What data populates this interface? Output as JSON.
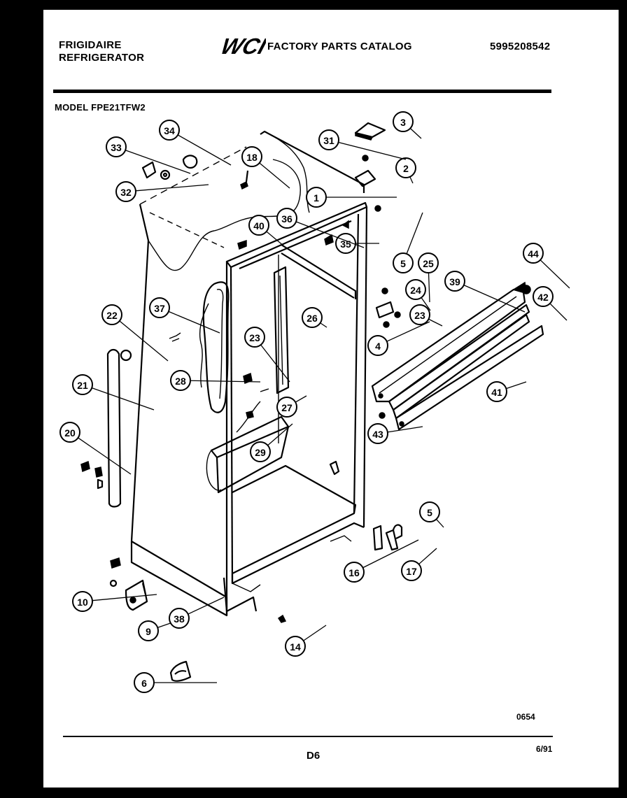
{
  "header": {
    "brand_line1": "FRIGIDAIRE",
    "brand_line2": "REFRIGERATOR",
    "logo_text": "WCI",
    "catalog_title": "FACTORY PARTS CATALOG",
    "part_number": "5995208542"
  },
  "model": "MODEL FPE21TFW2",
  "footer": {
    "figure_code": "0654",
    "page_code": "D6",
    "date_code": "6/91"
  },
  "callouts": [
    {
      "label": "1",
      "leader": [
        505,
        268
      ]
    },
    {
      "label": "2",
      "leader": [
        528,
        248
      ]
    },
    {
      "label": "3",
      "leader": [
        540,
        184
      ]
    },
    {
      "label": "4",
      "leader": [
        552,
        446
      ]
    },
    {
      "label": "5",
      "leader": [
        542,
        290
      ]
    },
    {
      "label": "5",
      "leader": [
        572,
        740
      ]
    },
    {
      "label": "6",
      "leader": [
        248,
        962
      ]
    },
    {
      "label": "9",
      "leader": [
        196,
        872
      ]
    },
    {
      "label": "10",
      "leader": [
        162,
        836
      ]
    },
    {
      "label": "14",
      "leader": [
        404,
        880
      ]
    },
    {
      "label": "16",
      "leader": [
        536,
        758
      ]
    },
    {
      "label": "17",
      "leader": [
        562,
        770
      ]
    },
    {
      "label": "18",
      "leader": [
        352,
        255
      ]
    },
    {
      "label": "20",
      "leader": [
        125,
        664
      ]
    },
    {
      "label": "21",
      "leader": [
        158,
        572
      ]
    },
    {
      "label": "22",
      "leader": [
        178,
        502
      ]
    },
    {
      "label": "23",
      "leader": [
        570,
        452
      ]
    },
    {
      "label": "23",
      "leader": [
        352,
        532
      ]
    },
    {
      "label": "24",
      "leader": [
        553,
        430
      ]
    },
    {
      "label": "25",
      "leader": [
        552,
        418
      ]
    },
    {
      "label": "26",
      "leader": [
        405,
        454
      ]
    },
    {
      "label": "27",
      "leader": [
        376,
        552
      ]
    },
    {
      "label": "28",
      "leader": [
        310,
        532
      ]
    },
    {
      "label": "29",
      "leader": [
        356,
        592
      ]
    },
    {
      "label": "31",
      "leader": [
        518,
        214
      ]
    },
    {
      "label": "32",
      "leader": [
        236,
        250
      ]
    },
    {
      "label": "33",
      "leader": [
        210,
        234
      ]
    },
    {
      "label": "34",
      "leader": [
        268,
        222
      ]
    },
    {
      "label": "35",
      "leader": [
        480,
        334
      ]
    },
    {
      "label": "36",
      "leader": [
        458,
        340
      ]
    },
    {
      "label": "37",
      "leader": [
        252,
        462
      ]
    },
    {
      "label": "38",
      "leader": [
        258,
        840
      ]
    },
    {
      "label": "39",
      "leader": [
        688,
        432
      ]
    },
    {
      "label": "40",
      "leader": [
        344,
        338
      ]
    },
    {
      "label": "41",
      "leader": [
        690,
        532
      ]
    },
    {
      "label": "42",
      "leader": [
        748,
        444
      ]
    },
    {
      "label": "43",
      "leader": [
        542,
        596
      ]
    },
    {
      "label": "44",
      "leader": [
        752,
        398
      ]
    }
  ]
}
